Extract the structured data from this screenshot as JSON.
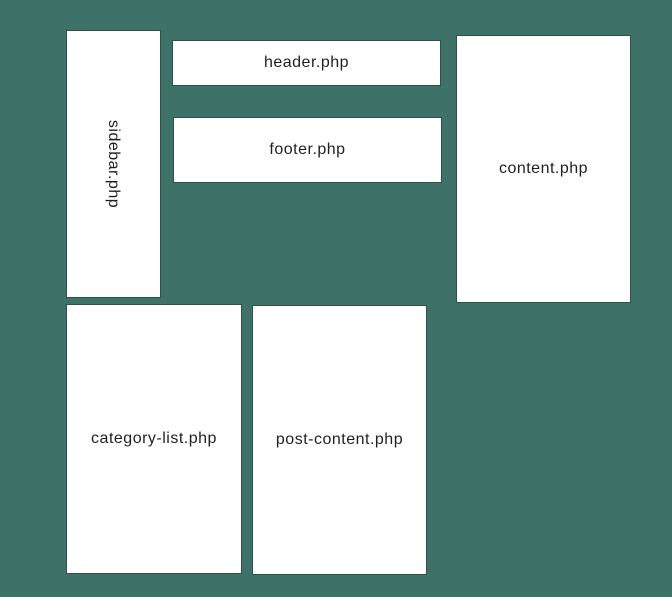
{
  "colors": {
    "background": "#3e7268",
    "box_fill": "#ffffff",
    "box_border": "#2f4f47",
    "text": "#231f20"
  },
  "boxes": {
    "sidebar": {
      "label": "sidebar.php"
    },
    "header": {
      "label": "header.php"
    },
    "footer": {
      "label": "footer.php"
    },
    "content": {
      "label": "content.php"
    },
    "category_list": {
      "label": "category-list.php"
    },
    "post_content": {
      "label": "post-content.php"
    }
  }
}
